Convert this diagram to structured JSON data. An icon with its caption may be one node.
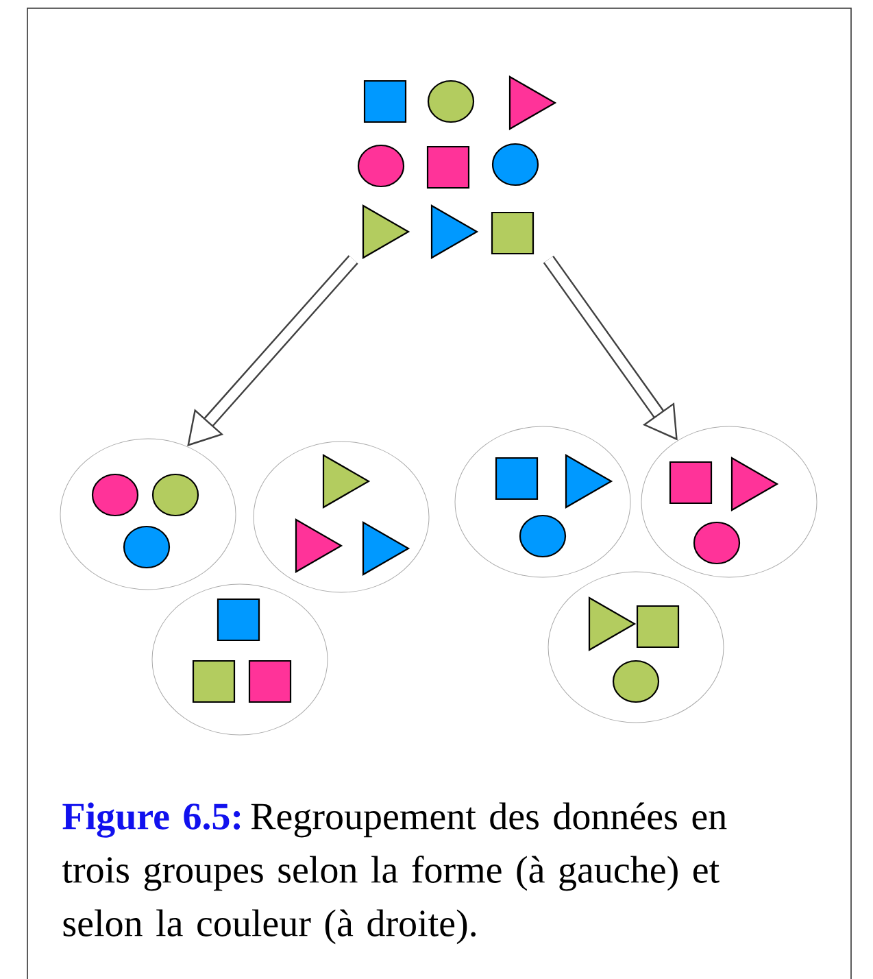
{
  "diagram": {
    "caption": "**Figure 6.5:** Regroupement des données en trois groupes selon la forme (à gauche) et selon la couleur (à droite).",
    "nodes": [
      {
        "text": [],
        "shape": "picture"
      },
      {
        "text": [],
        "shape": "ellipse"
      },
      {
        "text": [],
        "shape": "ellipse"
      },
      {
        "text": [],
        "shape": "ellipse"
      },
      {
        "text": [],
        "shape": "ellipse"
      },
      {
        "text": [],
        "shape": "ellipse"
      },
      {
        "text": [],
        "shape": "ellipse"
      }
    ],
    "edges": [
      {
        "from": 0,
        "to": 1,
        "arrow": "to"
      },
      {
        "from": 0,
        "to": 5,
        "arrow": "to"
      }
    ]
  }
}
